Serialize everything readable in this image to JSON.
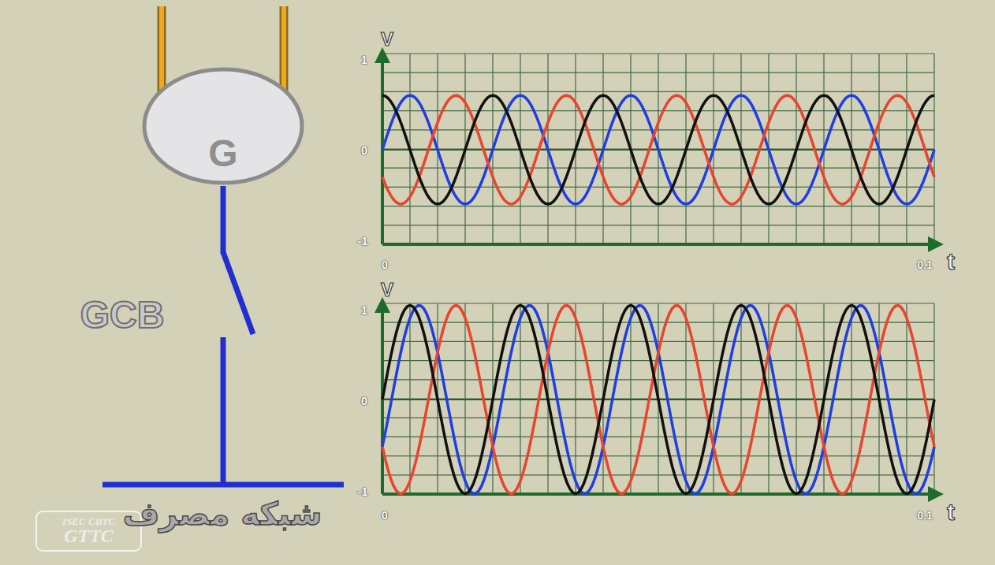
{
  "diagram": {
    "nodes": [
      {
        "text": [
          "G"
        ]
      },
      {
        "text": [
          "ISEC CBTC",
          "GTTC"
        ]
      }
    ],
    "labels": [
      "GCB",
      "شبکه مصرف",
      "V",
      "1",
      "0",
      "-1",
      "0",
      "0.1",
      "t",
      "V",
      "1",
      "0",
      "-1",
      "0",
      "0.1",
      "t"
    ]
  }
}
